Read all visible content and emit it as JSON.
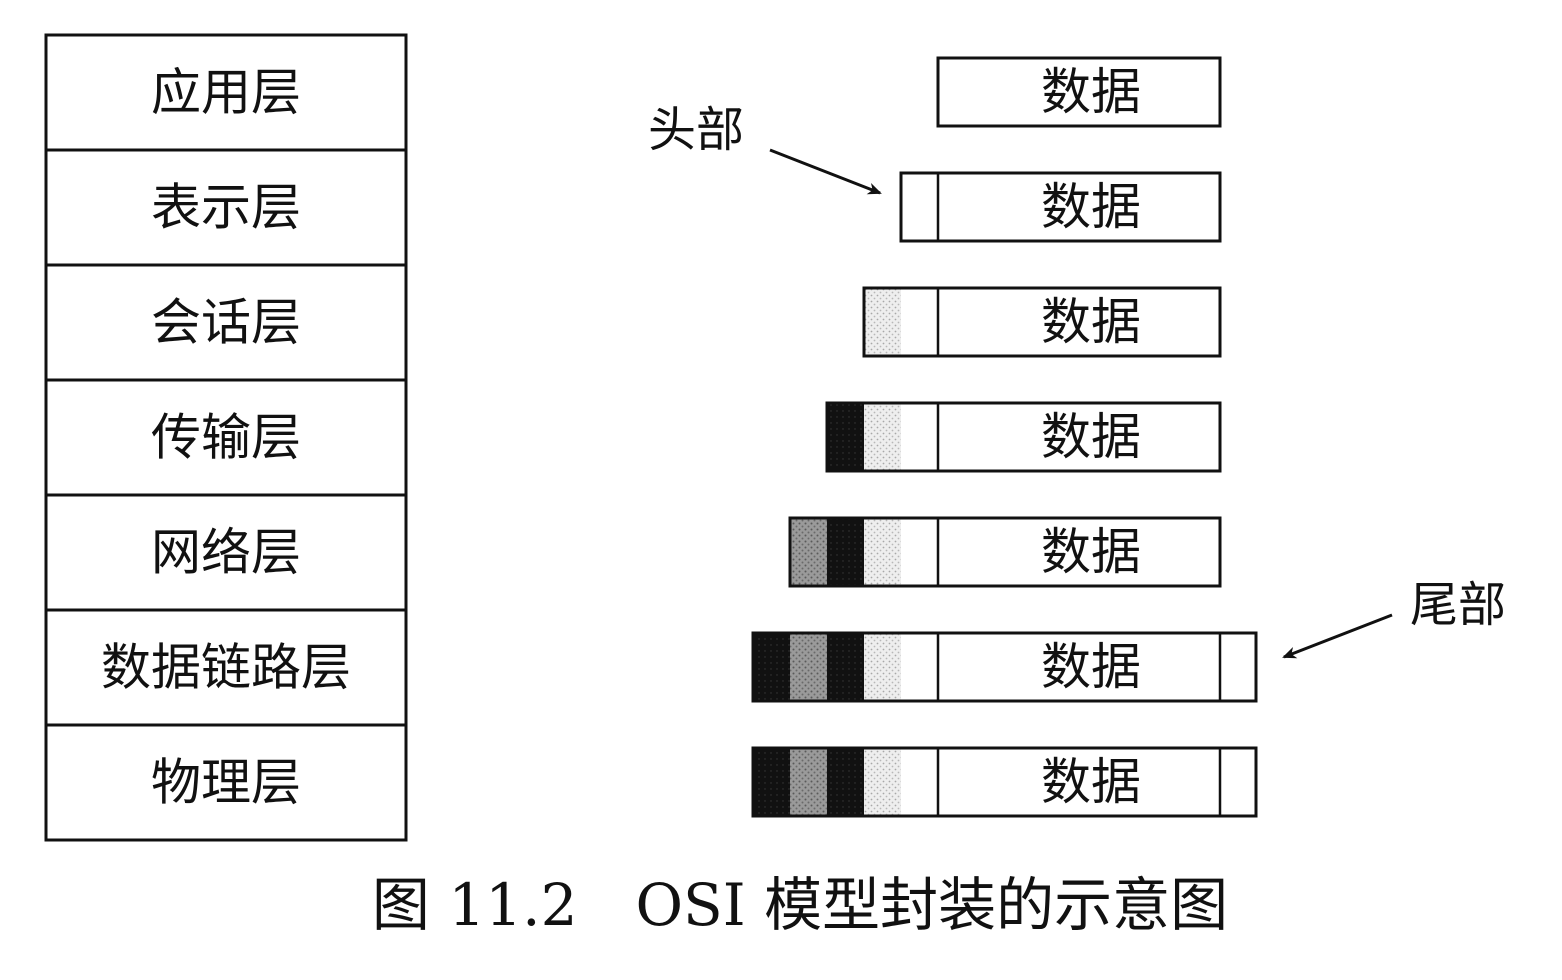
{
  "layers": [
    {
      "label": "应用层"
    },
    {
      "label": "表示层"
    },
    {
      "label": "会话层"
    },
    {
      "label": "传输层"
    },
    {
      "label": "网络层"
    },
    {
      "label": "数据链路层"
    },
    {
      "label": "物理层"
    }
  ],
  "packets": [
    {
      "data_label": "数据",
      "headers": [],
      "trailer": false
    },
    {
      "data_label": "数据",
      "headers": [
        "white"
      ],
      "trailer": false
    },
    {
      "data_label": "数据",
      "headers": [
        "light-dotted",
        "white"
      ],
      "trailer": false
    },
    {
      "data_label": "数据",
      "headers": [
        "black",
        "light-dotted",
        "white"
      ],
      "trailer": false
    },
    {
      "data_label": "数据",
      "headers": [
        "gray-dotted",
        "black",
        "light-dotted",
        "white"
      ],
      "trailer": false
    },
    {
      "data_label": "数据",
      "headers": [
        "black",
        "gray-dotted",
        "black",
        "light-dotted",
        "white"
      ],
      "trailer": true
    },
    {
      "data_label": "数据",
      "headers": [
        "black",
        "gray-dotted",
        "black",
        "light-dotted",
        "white"
      ],
      "trailer": true
    }
  ],
  "callouts": {
    "header": "头部",
    "trailer": "尾部"
  },
  "caption": "图 11.2　OSI 模型封装的示意图",
  "colors": {
    "stroke": "#111111",
    "black": "#111111",
    "gray_dotted": "#8c8c8c",
    "light_dotted": "#e2e2e2",
    "white": "#ffffff"
  }
}
